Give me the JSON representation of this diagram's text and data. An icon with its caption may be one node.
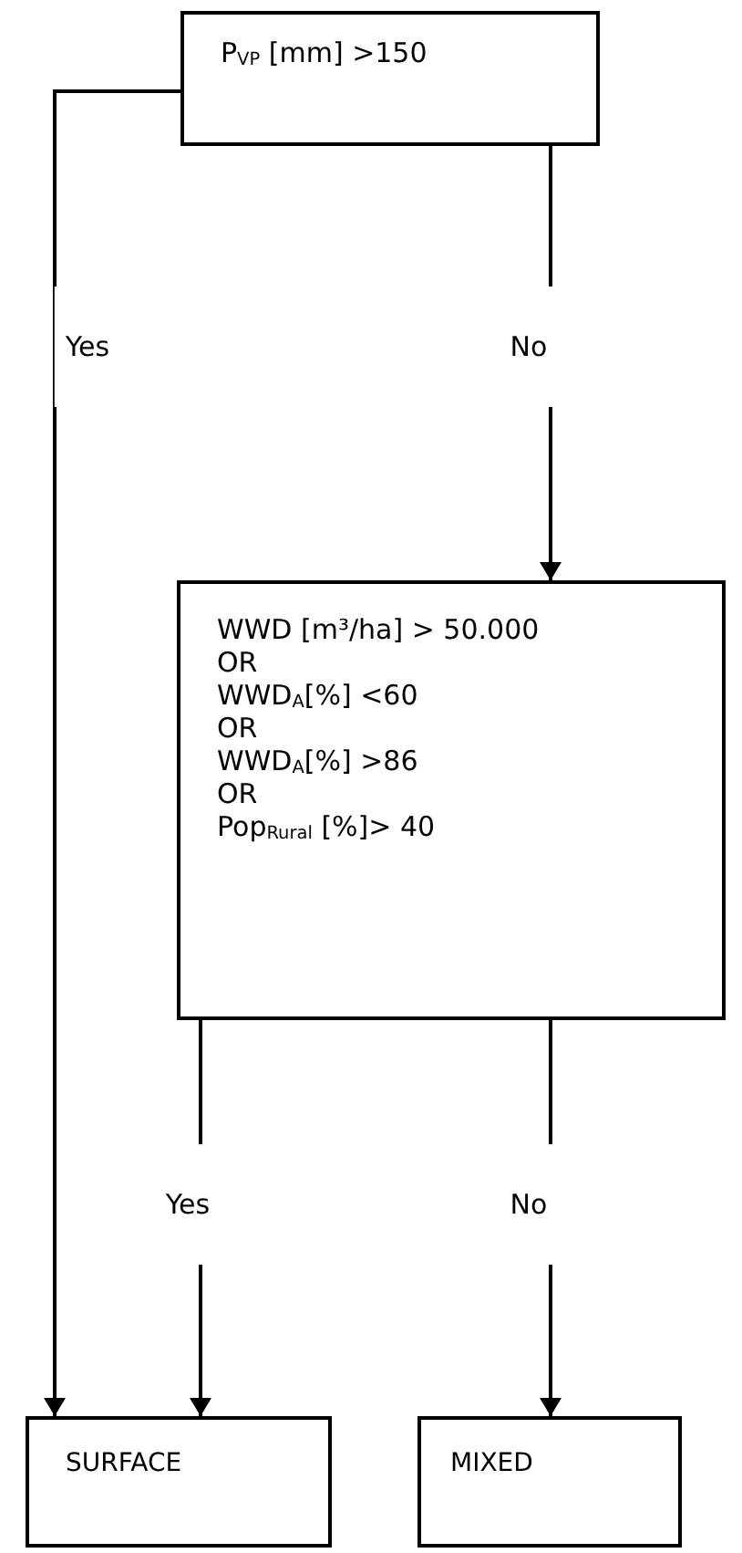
{
  "diagram": {
    "nodes": [
      {
        "text": [
          "P$_{VP}$ [mm] >150"
        ]
      },
      {
        "text": [
          "WWD [m³/ha] > 50.000",
          "OR",
          "WWD$_{A}$[%] <60",
          "OR",
          "WWD$_{A}$[%] >86",
          "OR",
          "Pop$_{Rural}$ [%]> 40"
        ]
      },
      {
        "text": [
          "SURFACE"
        ]
      },
      {
        "text": [
          "MIXED"
        ]
      }
    ],
    "edges": [
      {
        "from": 0,
        "to": 2,
        "arrow": "to",
        "label": "Yes"
      },
      {
        "from": 0,
        "to": 1,
        "arrow": "to",
        "label": "No"
      },
      {
        "from": 1,
        "to": 2,
        "arrow": "to",
        "label": "Yes"
      },
      {
        "from": 1,
        "to": 3,
        "arrow": "to",
        "label": "No"
      }
    ]
  }
}
